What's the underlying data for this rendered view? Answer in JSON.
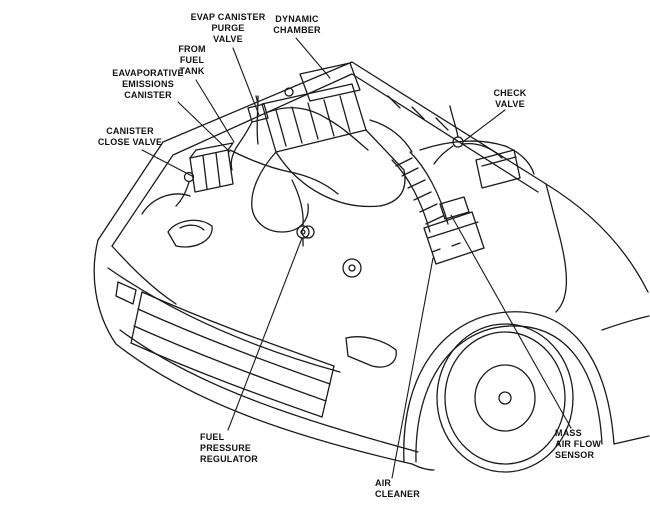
{
  "diagram": {
    "background_color": "#ffffff",
    "line_color": "#1a1a1a",
    "labels": [
      {
        "id": "evap-canister-purge-valve",
        "text": "EVAP CANISTER\nPURGE\nVALVE"
      },
      {
        "id": "dynamic-chamber",
        "text": "DYNAMIC\nCHAMBER"
      },
      {
        "id": "from-fuel-tank",
        "text": "FROM\nFUEL\nTANK"
      },
      {
        "id": "evaporative-emissions-canister",
        "text": "EAVAPORATIVE\nEMISSIONS\nCANISTER"
      },
      {
        "id": "canister-close-valve",
        "text": "CANISTER\nCLOSE VALVE"
      },
      {
        "id": "check-valve",
        "text": "CHECK\nVALVE"
      },
      {
        "id": "fuel-pressure-regulator",
        "text": "FUEL\nPRESSURE\nREGULATOR"
      },
      {
        "id": "air-cleaner",
        "text": "AIR\nCLEANER"
      },
      {
        "id": "mass-air-flow-sensor",
        "text": "MASS\nAIR FLOW\nSENSOR"
      }
    ]
  }
}
